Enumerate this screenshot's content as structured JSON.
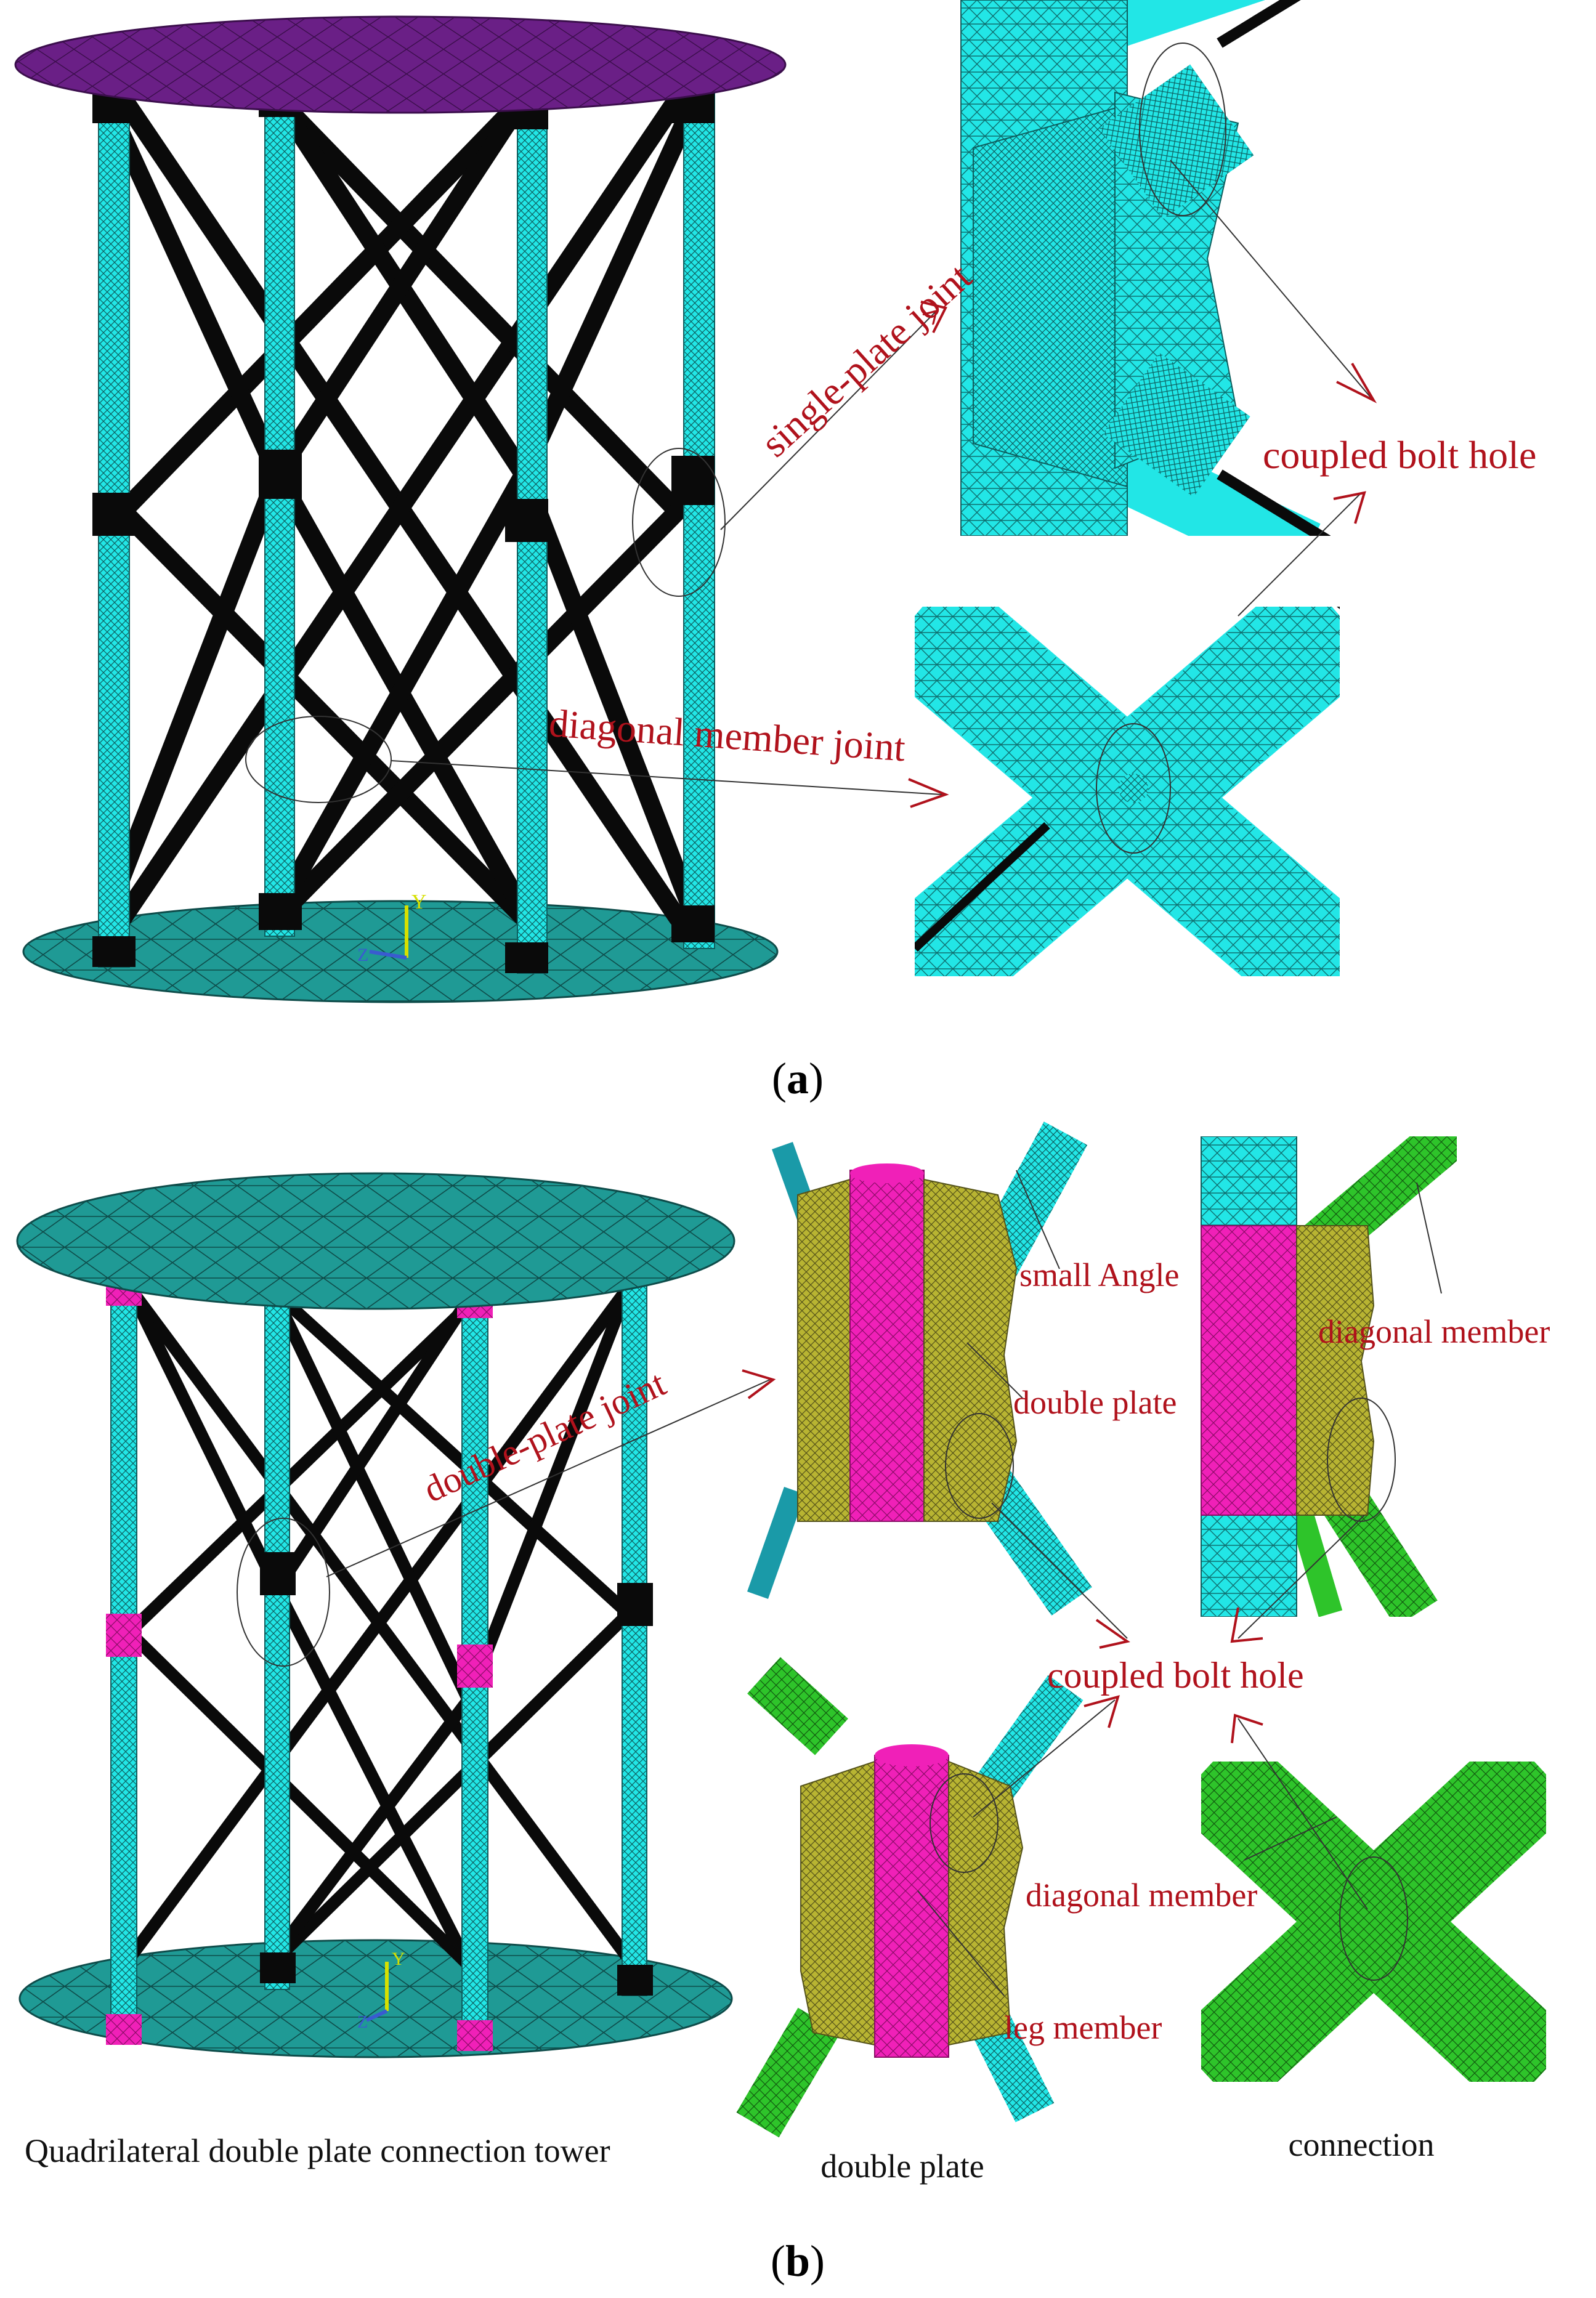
{
  "panel_a": {
    "caption_prefix": "(",
    "caption_letter": "a",
    "caption_suffix": ")",
    "label_single_plate": "single-plate joint",
    "label_coupled_bolt_hole": "coupled bolt hole",
    "label_diagonal_joint": "diagonal member joint",
    "axis_y": "Y",
    "axis_z": "Z"
  },
  "panel_b": {
    "caption_prefix": "(",
    "caption_letter": "b",
    "caption_suffix": ")",
    "label_double_plate_joint": "double-plate  joint",
    "label_small_angle": "small Angle",
    "label_double_plate": "double plate",
    "label_diagonal_member_1": "diagonal member",
    "label_coupled_bolt_hole": "coupled bolt hole",
    "label_diagonal_member_2": "diagonal member",
    "label_leg_member": "leg member",
    "axis_y": "Y",
    "axis_z": "Z",
    "caption_tower": "Quadrilateral double plate connection tower",
    "caption_double_plate": "double plate",
    "caption_connection": "connection"
  },
  "colors": {
    "cyan_mesh": "#22e6e6",
    "teal_plate": "#1f9a95",
    "purple_plate": "#6a1f86",
    "black_member": "#0a0a0a",
    "red_annotation": "#b0121c",
    "magenta_leg": "#f020b8",
    "olive_plate": "#b8b432",
    "green_member": "#2ec42a"
  }
}
